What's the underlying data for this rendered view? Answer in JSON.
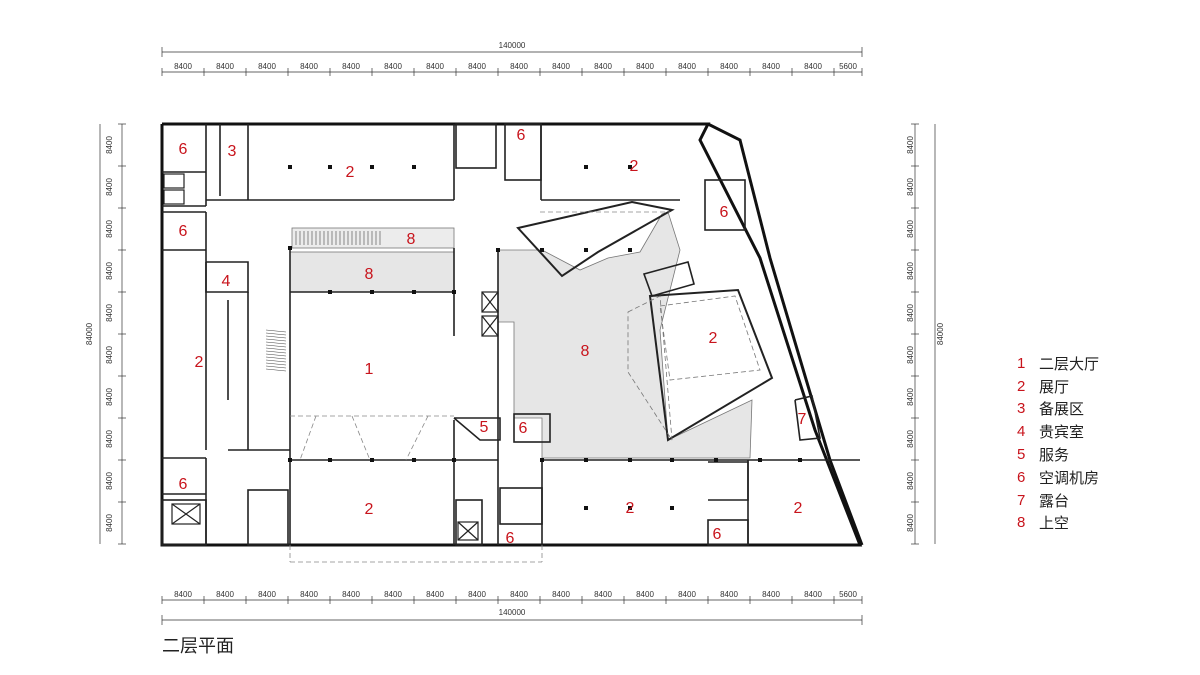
{
  "dims": {
    "total": "140000",
    "bay": "8400",
    "last_bay": "5600",
    "vertical_total": "84000"
  },
  "rooms": [
    {
      "id": "r-hall",
      "num": "1"
    },
    {
      "id": "r-exh-top-a",
      "num": "2"
    },
    {
      "id": "r-exh-top-b",
      "num": "2"
    },
    {
      "id": "r-exh-left",
      "num": "2"
    },
    {
      "id": "r-exh-center",
      "num": "2"
    },
    {
      "id": "r-exh-bottom-a",
      "num": "2"
    },
    {
      "id": "r-exh-bottom-b",
      "num": "2"
    },
    {
      "id": "r-exh-bottom-c",
      "num": "2"
    },
    {
      "id": "r-prep",
      "num": "3"
    },
    {
      "id": "r-vip",
      "num": "4"
    },
    {
      "id": "r-service",
      "num": "5"
    },
    {
      "id": "r-ac-1",
      "num": "6"
    },
    {
      "id": "r-ac-2",
      "num": "6"
    },
    {
      "id": "r-ac-3",
      "num": "6"
    },
    {
      "id": "r-ac-4",
      "num": "6"
    },
    {
      "id": "r-ac-5",
      "num": "6"
    },
    {
      "id": "r-ac-6",
      "num": "6"
    },
    {
      "id": "r-ac-7",
      "num": "6"
    },
    {
      "id": "r-ac-8",
      "num": "6"
    },
    {
      "id": "r-terrace",
      "num": "7"
    },
    {
      "id": "r-void-a",
      "num": "8"
    },
    {
      "id": "r-void-b",
      "num": "8"
    },
    {
      "id": "r-void-c",
      "num": "8"
    }
  ],
  "legend": [
    {
      "num": "1",
      "label": "二层大厅"
    },
    {
      "num": "2",
      "label": "展厅"
    },
    {
      "num": "3",
      "label": "备展区"
    },
    {
      "num": "4",
      "label": "贵宾室"
    },
    {
      "num": "5",
      "label": "服务"
    },
    {
      "num": "6",
      "label": "空调机房"
    },
    {
      "num": "7",
      "label": "露台"
    },
    {
      "num": "8",
      "label": "上空"
    }
  ],
  "title": "二层平面",
  "colors": {
    "label_red": "#c8141c",
    "void_gray": "#e6e6e6",
    "wall": "#111111"
  }
}
